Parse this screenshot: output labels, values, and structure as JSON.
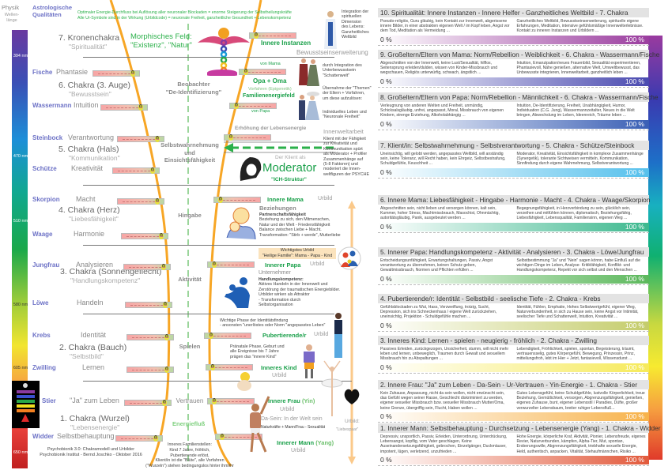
{
  "header": {
    "physik": "Physik",
    "wellenlaenge": "Wellen-länge",
    "astro": "Astrologische Qualitäten",
    "optimal_line1": "Optimaler Energie-Durchfluss bei Auflösung aller neuronaler Blockaden = enorme Steigerung der Selbstheilungskräfte",
    "optimal_line2": "Alle Ur-Symbole sind in der Wirkung (Urbildcode) = neuronale Freiheit, ganzheitliche Gesundheit + Lebenskompetenz"
  },
  "wavelengths": [
    "394 nm",
    "470 nm",
    "510 nm",
    "580 nm",
    "605 nm",
    "650 nm"
  ],
  "zodiac": [
    {
      "sign": "Fische",
      "quality": "Phantasie"
    },
    {
      "sign": "Wassermann",
      "quality": "Intuition"
    },
    {
      "sign": "Steinbock",
      "quality": "Verantwortung"
    },
    {
      "sign": "Schütze",
      "quality": "Kreativität"
    },
    {
      "sign": "Skorpion",
      "quality": "Macht"
    },
    {
      "sign": "Waage",
      "quality": "Harmonie"
    },
    {
      "sign": "Jungfrau",
      "quality": "Analysieren"
    },
    {
      "sign": "Löwe",
      "quality": "Handeln"
    },
    {
      "sign": "Krebs",
      "quality": "Identität"
    },
    {
      "sign": "Zwilling",
      "quality": "Lernen"
    },
    {
      "sign": "Stier",
      "quality": "\"Ja\" zum Leben"
    },
    {
      "sign": "Widder",
      "quality": "Selbstbehauptung"
    }
  ],
  "slider_value": "0",
  "chakras": [
    {
      "name": "7. Kronenchakra",
      "sub": "\"Spiritualität\""
    },
    {
      "name": "6. Chakra (3. Auge)",
      "sub": "\"Bewusstsein\""
    },
    {
      "name": "5. Chakra (Hals)",
      "sub": "\"Kommunikation\""
    },
    {
      "name": "4. Chakra (Herz)",
      "sub": "\"Liebesfähigkeit\""
    },
    {
      "name": "3. Chakra (Sonnengeflecht)",
      "sub": "\"Handlungskompetenz\""
    },
    {
      "name": "2. Chakra (Bauch)",
      "sub": "\"Selbstbild\""
    },
    {
      "name": "1. Chakra (Wurzel)",
      "sub": "\"Lebensenergie\""
    }
  ],
  "center": {
    "morph1": "Morphisches Feld:",
    "morph2": "\"Existenz\", \"Natur\"",
    "beob1": "Beobachter",
    "beob2": "\"De-Identifizierung\"",
    "selbst1": "Selbstwahrnehmung",
    "selbst2": "und",
    "selbst3": "Einsichtsfähigkeit",
    "hingabe": "Hingabe",
    "aktivitaet": "Aktivität",
    "spielen": "Spielen",
    "vertrauen": "Vertrauen",
    "energiefluss": "Energiefluß",
    "familien": [
      "Inneres Familienstellen:",
      "Kind 7 Jahre, fröhlich,",
      "Pubertierende erlöst,",
      "Klient/in ist die \"Blüte\", alle Vorfahren",
      "(\"Wurzeln\") stehen bedingungslos hinter ihm/ihr"
    ],
    "footer1": "Psychobionik 3.0: Chakramodell und Urbilder",
    "footer2": "Psychobionik Institut - Bernd Joschko - Oktober 2016"
  },
  "archetypes": {
    "innere_instanzen": "Innere Instanzen",
    "bewusst": "Bewusstseinserweiterung",
    "von_mama": "von Mama",
    "opa_oma": "Opa + Oma",
    "vorfahren": "Vorfahren (Epigenetik)",
    "familienfeld": "Familienenergiefeld",
    "von_papa": "von Papa",
    "erhoehung": "Erhöhung der Lebensenergie",
    "klient_als": "Der Klient als",
    "moderator": "Moderator",
    "ich": "\"ICH-Struktur\"",
    "innere_mama": "Innere Mama",
    "urbild": "Urbild",
    "beziehungen": "Beziehungen",
    "mama_lines": [
      "Partnerschaftsfähigkeit",
      "Beziehung zu sich, den Mitmenschen,",
      "Natur und der Welt - Friedensfähigkeit",
      "Balance zwischen Liebe + Macht.",
      "Transformation: \"Stirb + werde\", Mutterliebe"
    ],
    "wichtig1": "Wichtigstes Urbild",
    "wichtig2": "\"Heilige Familie\": Mama - Papa - Kind",
    "innerer_papa": "Innerer Papa",
    "unternehmer": "Unternehmer",
    "papa_lines": [
      "Handlungskompetenz:",
      "Aktives Handeln in der Innenwelt und",
      "Zerstörung der traumatischen Energiebilder.",
      "Urbilder wirken als Attraktor",
      "- Transformation durch",
      "Selbstorganisation"
    ],
    "phase1": "Wichtige Phase der Identitätsfindung",
    "phase2": "- ansonsten \"unerlöstes oder Norm \"angepasstes Leben\"",
    "pubertierende": "Pubertierende/r",
    "praenatal": [
      "Pränatale Phase, Geburt und",
      "alle Ereignisse bis 7 Jahre",
      "prägen das \"innere Kind\""
    ],
    "inneres_kind": "Inneres Kind",
    "innere_frau": "Innere Frau",
    "yin": "(Yin)",
    "dasein": "Da-Sein: In der Welt sein",
    "natur": "Naturkräfte + Mann/Frau - Sexualität",
    "innerer_mann": "Innerer Mann",
    "yang": "(Yang)",
    "urbild_colon": "Urbild:",
    "liebespaar": "\"Liebespaar\""
  },
  "notes": {
    "spirit": [
      "Integration der",
      "spirituellen",
      "Dimension",
      "des Lebens:",
      "Ganzheitliches",
      "Weltbild"
    ],
    "unbewusst": [
      "durch Integration des",
      "Unterbewusstsein",
      "\"Schattenwelt\""
    ],
    "uebernahme": [
      "Übernahme der \"Themen\"",
      "der Eltern + Vorfahren,",
      "um diese aufzulösen:"
    ],
    "individuell": [
      "Individuelles Leben und",
      "\"Neuronale Freiheit\""
    ],
    "innenwelt": "Innenweltarbeit",
    "klient": [
      "Klient mit der Fähigkeit",
      "zur Kreativität und",
      "Kommunikation spürt",
      "als Moderator + Profiler",
      "Zusammenhänge auf",
      "(5-8 Faktoren) und",
      "moderiert die Innen-",
      "weltfiguren der PSYCHE"
    ]
  },
  "sections": [
    {
      "title": "10. Spiritualität: Innere Instanzen - Innere Helfer - Ganzheitliches Weltbild  -  7. Chakra",
      "neg": "Pseudo-religiös, Guru gläubig, kein Kontakt zur Innenwelt, abgerissene innere Bilder, in einer abstrakten eigenen Welt / im Kopf leben, Angst vor dem Tod, Meditation als Vermeidung ...",
      "pos": "Ganzheitliches Weltbild, Bewusstseinserweiterung, spirituelle eigene Erfahrungen, Meditation, intensive gefühlsmäßige Innenwelterlebnisse. Kontakt zu inneren Instanzen und Urbildern ...",
      "color": "#9b3d9f"
    },
    {
      "title": "9. Großeltern/Eltern von Mama: Norm/Rebellion - Weiblichkeit  - 6. Chakra - Wassermann/Fische",
      "neg": "Abgeschnitten von der Innenwelt, keine Lust/Sexualität, hilflos, Seitensprung erleiden/dulden, wissen von Kinder-Missbrauch und wegschauen, Religiös unterwürfig, schwach, ängstlich ...",
      "pos": "Intuition, Emanzipation/neues Frauenbild, Sexualität experimentieren, Phantasievoll, Nähe genießen, alternative Welt, Umweltbewusst, das Unbewusste integrieren, Innenweltarbeit, ganzheitlich leben ...",
      "color": "#4a4ab0"
    },
    {
      "title": "8. Großeltern/Eltern von Papa: Norm/Rebellion - Männlichkeit  - 6. Chakra - Wassermann/Fische",
      "neg": "Verleugnung von anderen Welten und Freiheit, unmündig, Schicksalsgläubig, unfrei, angepasst, Moral, Missbrauch von eigenen Kindern, strenge Erziehung, Alkoholabhängig ...",
      "pos": "Intuition, De-Identifizierung, Freiheit, Unabhängigkeit, Humor, Individuation (C.G. Jung), Wassermannzeitalter, Neues in die Welt bringen, Abwechslung im Leben, Ideenreich, Träume leben ...",
      "color": "#3a5fb5"
    },
    {
      "title": "7. Klient/in: Selbstwahrnehmung - Selbstverantwortung  - 5. Chakra - Schütze/Steinbock",
      "neg": "Uneinsichtig, will gelobt werden, angepasstes Weltbild, will anständig sein, keine Toleranz, will Recht haben, kein Ehrgeiz, Selbstbestrafung, Schuldgefühle, Keuschheit ...",
      "pos": "Moderator, Kreativität, Einsichtsfähigkeit in komplexe Zusammenhänge (Synergetik), tolerante Sichtweisen vermitteln, Kommunikation, Sinnfindung durch eigene Wahrnehmung, Selbstverantwortung ...",
      "color": "#55c0ec"
    },
    {
      "title": "6. Innere Mama: Liebesfähigkeit - Hingabe - Harmonie - Macht  - 4. Chakra - Waage/Skorpion",
      "neg": "Abgeschnitten sein, nicht lieben und versorgen können, kalt sein, Kummer, hoher Stress, Machtmissbrauch, Masochist, Ohnmächtig, autoritätsgläubig, Panik, ausgebeutet werden ...",
      "pos": "Begegnungsfähigkeit, in Herzverbindung zu sein, glücklich sein, verzeihen und mitfühlen können, diplomatisch, Beziehungsfähig, Liebesfähigkeit, Lebensqualität, Familiensinn, eigenen Weg ...",
      "color": "#3cb88e"
    },
    {
      "title": "5. Innerer Papa: Handlungskompetenz - Aktivität - Analysieren  - 3. Chakra - Löwe/Jungfrau",
      "neg": "Entscheidungsunfähigkeit, Erwartungshaltungen, Passiv, Angst verantwortung zu übernehmen, keinen Schutz geben, Gewaltmissbrauch, Normen und Pflichten erfüllen ...",
      "pos": "Selbstbestimmung \"Ja\" und \"Nein\" sagen könnn, habe Einfluß auf die wichtigen Dinge im Leben, Analyse- Kritikfähigkeit, Konflikt- und Handlungskompetenz, Repekt vor sich selbst und den Menschen ...",
      "color": "#5cb85c"
    },
    {
      "title": "4. Pubertierende/r: Identität - Selbstbild - seelische Tiefe  - 2. Chakra - Krebs",
      "neg": "Gefühlsblockaden zu Wut, Hass, Verzweiflung, trotzig, Sucht, Depression, sich ins Schneckenhaus / eigene Welt zurückziehen, uneinsichtig, Projektion - Schuldgefühle machen ...",
      "pos": "Identität, Fühlen, Emphatie, Hohes Selbstwertgefühl, eigener Weg, Naturverbundenheit, in sich zu Hause sein, keine Angst vor Intimität, seelischer Tiefe und Schattenwelt, Intuition, Kreativität ...",
      "color": "#c4cc6a"
    },
    {
      "title": "3. Inneres Kind: Lernen - spielen - neugierig - fröhlich  - 2. Chakra - Zwilling",
      "neg": "Passives Erleiden, zurückgezogen, Unsicherheit, stumm, will nicht mehr leben und lernen, unbeweglich, Traumen durch Gewalt und sexuellem Missbrauch hin zu Abspaltungen ...",
      "pos": "Lebendigkeit, Fröhlichkeit, spielen, spontan, Begeisterung, träumt, vertrauensselig, gutes Körpergefühl, Bewegung, Prinzessin, Prinz, mitteilungsfroh, lebt im Hier + Jetzt, fantasievoll, Wissensdurst ...",
      "color": "#f6ea5a"
    },
    {
      "title": "2. Innere Frau: \"Ja\" zum Leben - Da-Sein - Ur-Vertrauen - Yin-Energie  - 1. Chakra - Stier",
      "neg": "Kein Zuhause, Anpassung, nicht da sein wollen, nicht erwünscht sein, das Gefühl wegen seiner Rasse, Geschlecht diskriminiert zu werden, eigener sexueller Missbrauch bzw. sexueller Missbrauch Mutter/Oma, keine Grenze, übergriffig sein, Flucht, Haben wollen ...",
      "pos": "Gutes Lebensgefühl, keine Schuldgefühle, lustvolle Körperlichkeit, treue Beziehung, Gemütlichkeit, versorgen, Abgrenzungsfähigkeit, genießen, eigenes Zuhause, bunt, eigener Lebensstil / Paradies, Düfte, großer verwurzelter Lebensbaum, breiter ruhiger Lebensfluß...",
      "color": "#f7b24a"
    },
    {
      "title": "1. Innerer Mann: Selbstbehauptung - Durchsetzung - Lebensenergie (Yang)  -  1. Chakra  - Widder",
      "neg": "Depressiv, unsportlich, Passiv, Erleiden, Unterordnung, Unterdrückung, Lebensangst, kopflig, vom Vater geschlagen, Keine Auseinandersetzungsfähigkeit, gebrochen, Einzelgänger, Duckmäuser, impotent, lügen, verletzend, unzufrieden ...",
      "pos": "Hohe Energie, körperliche Kraf, Aktivität, Pionier, Lebensfreude, eigenes Revier, Naturverbunden, kämpfen, Alpha-Tier, Mut, spontan, Eroberungswille, Abgrenzungsfähigkeit, triebhafte sexuelle Energie, Held, authentisch, anpacken, Vitalität, Stehaufmännchen, Risiko ...",
      "color": "#e25a3c"
    }
  ],
  "bar_labels": {
    "min": "0 %",
    "max": "100 %"
  }
}
